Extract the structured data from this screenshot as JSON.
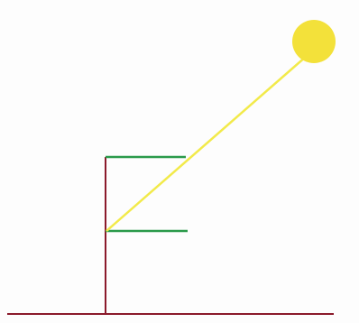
{
  "diagram": {
    "colors": {
      "background": "#fdfdfd",
      "ground": "#8b1a2b",
      "pole": "#8b1a2b",
      "arms": "#2a9a4a",
      "ray": "#f2ea4a",
      "sun": "#f3e13a"
    },
    "elements": [
      "ground-line",
      "vertical-pole",
      "upper-green-arm",
      "lower-green-arm",
      "sun-ray",
      "sun"
    ]
  }
}
